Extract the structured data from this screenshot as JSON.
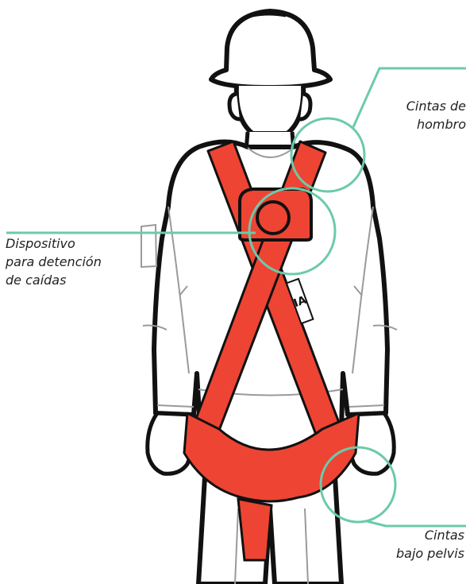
{
  "callouts": {
    "shoulder": {
      "line1": "Cintas de",
      "line2": "hombro"
    },
    "device": {
      "line1": "Dispositivo",
      "line2": "para detención",
      "line3": "de caídas"
    },
    "pelvis": {
      "line1": "Cintas",
      "line2": "bajo pelvis"
    }
  },
  "tag": {
    "text": "IA"
  },
  "colors": {
    "strap": "#ee4433",
    "outline": "#111111",
    "callout": "#6ccaaa",
    "body_fill": "#ffffff",
    "detail": "#9a9a9a"
  }
}
